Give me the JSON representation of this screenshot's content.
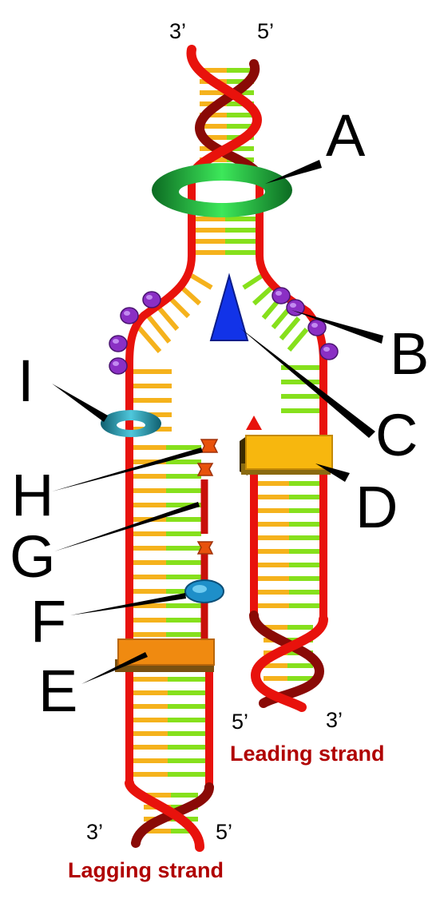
{
  "end_labels": {
    "top_left": "3’",
    "top_right": "5’",
    "leading_left": "5’",
    "leading_right": "3’",
    "lagging_left": "3’",
    "lagging_right": "5’"
  },
  "part_labels": {
    "a": "A",
    "b": "B",
    "c": "C",
    "d": "D",
    "e": "E",
    "f": "F",
    "g": "G",
    "h": "H",
    "i": "I"
  },
  "strand_labels": {
    "leading": "Leading strand",
    "lagging": "Lagging strand"
  },
  "colors": {
    "backbone": "#e8120c",
    "backbone_dark": "#8a0a06",
    "base_orange": "#f5b21c",
    "base_green": "#86e01c",
    "helicase": "#1fa83a",
    "ssb_protein": "#8a2fc4",
    "primase": "#1233e8",
    "polymerase_leading": "#f7b70e",
    "polymerase_lagging": "#f08a10",
    "clamp": "#1a8fa6",
    "ligase": "#1e8fc9",
    "primer": "#e8520c",
    "label_red": "#b00000"
  }
}
